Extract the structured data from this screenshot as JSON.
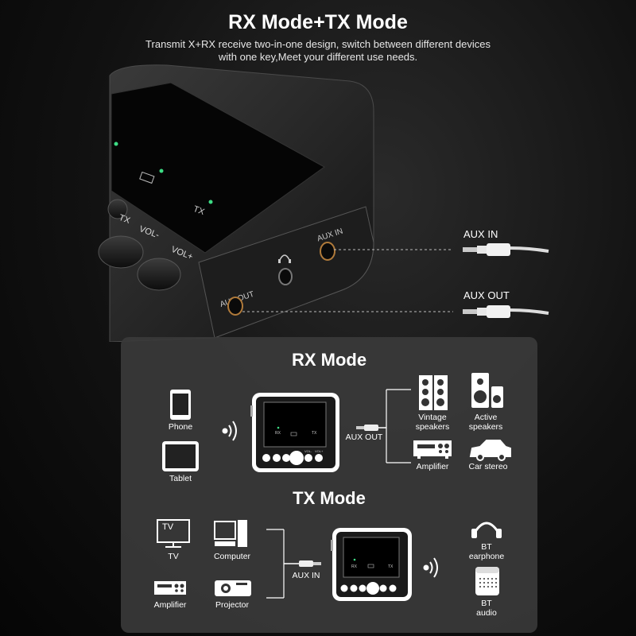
{
  "header": {
    "title": "RX Mode+TX Mode",
    "subtitle_line1": "Transmit X+RX receive two-in-one design, switch between different devices",
    "subtitle_line2": "with one key,Meet your different use needs."
  },
  "device": {
    "led_tx": "TX",
    "btn_tx": "TX",
    "btn_vol_minus": "VOL-",
    "btn_vol_plus": "VOL+",
    "port_aux_in": "AUX IN",
    "port_aux_out": "AUX OUT"
  },
  "callouts": {
    "aux_in": "AUX IN",
    "aux_out": "AUX OUT"
  },
  "rx_mode": {
    "title": "RX Mode",
    "phone": "Phone",
    "tablet": "Tablet",
    "cable": "AUX OUT",
    "vintage_line1": "Vintage",
    "vintage_line2": "speakers",
    "active_line1": "Active",
    "active_line2": "speakers",
    "amplifier": "Amplifier",
    "car": "Car stereo"
  },
  "tx_mode": {
    "title": "TX Mode",
    "tv_screen": "TV",
    "tv": "TV",
    "computer": "Computer",
    "amplifier": "Amplifier",
    "projector": "Projector",
    "cable": "AUX IN",
    "bt_earphone_line1": "BT",
    "bt_earphone_line2": "earphone",
    "bt_audio_line1": "BT",
    "bt_audio_line2": "audio"
  },
  "mini_device": {
    "rx": "RX",
    "tx": "TX",
    "vol_minus": "VOL-",
    "vol_plus": "VOL+"
  }
}
